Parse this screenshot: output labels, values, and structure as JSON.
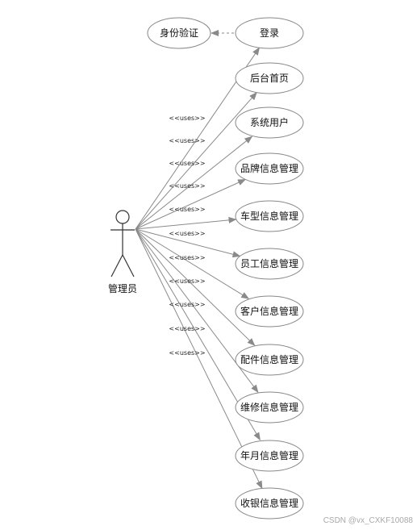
{
  "actor": {
    "name": "管理员"
  },
  "stereotype": "<<uses>>",
  "include_case": "身份验证",
  "use_cases": [
    "登录",
    "后台首页",
    "系统用户",
    "品牌信息管理",
    "车型信息管理",
    "员工信息管理",
    "客户信息管理",
    "配件信息管理",
    "维修信息管理",
    "年月信息管理",
    "收银信息管理"
  ],
  "watermark": "CSDN @vx_CXKF10088",
  "colors": {
    "line": "#8a8a8a",
    "ellipse_stroke": "#888888",
    "ellipse_fill": "#ffffff"
  }
}
